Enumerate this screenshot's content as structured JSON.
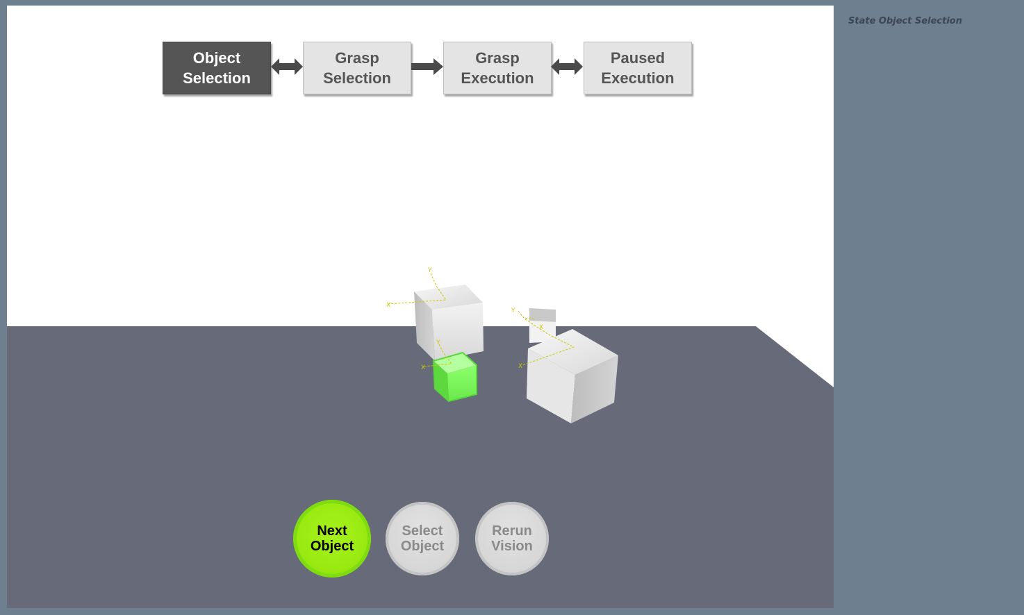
{
  "state_machine": {
    "states": [
      {
        "label": "Object\nSelection",
        "active": true
      },
      {
        "label": "Grasp\nSelection",
        "active": false
      },
      {
        "label": "Grasp\nExecution",
        "active": false
      },
      {
        "label": "Paused\nExecution",
        "active": false
      }
    ],
    "transitions": [
      "bidirectional",
      "forward",
      "bidirectional"
    ]
  },
  "scene": {
    "axis_labels": {
      "x": "X",
      "y": "Y"
    },
    "objects": [
      {
        "name": "cube",
        "highlighted": false
      },
      {
        "name": "cube",
        "highlighted": true
      },
      {
        "name": "cube",
        "highlighted": false
      },
      {
        "name": "cube",
        "highlighted": false
      }
    ]
  },
  "controls": {
    "next_object": "Next\nObject",
    "select_object": "Select\nObject",
    "rerun_vision": "Rerun\nVision"
  },
  "side_panel": {
    "state_text": "State Object Selection"
  },
  "colors": {
    "background": "#6e7f90",
    "floor": "#666a79",
    "highlight": "#7dff5a",
    "active_state": "#555555",
    "inactive_state": "#e4e4e4",
    "primary_button": "#98ea10"
  }
}
